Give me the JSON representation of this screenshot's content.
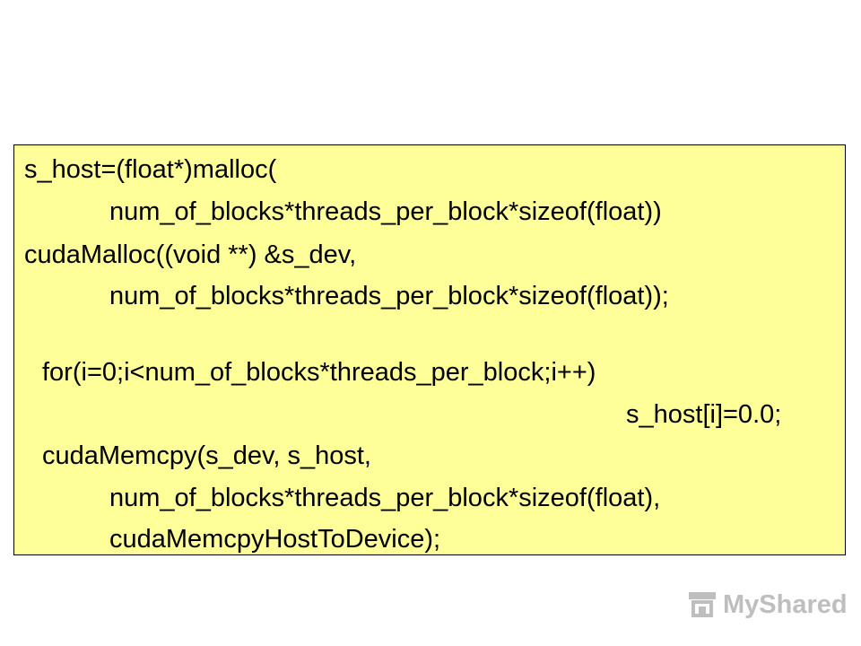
{
  "code_block": {
    "lines": [
      "s_host=(float*)malloc(",
      "num_of_blocks*threads_per_block*sizeof(float))",
      "cudaMalloc((void **) &s_dev,",
      "num_of_blocks*threads_per_block*sizeof(float));",
      "for(i=0;i<num_of_blocks*threads_per_block;i++)",
      "s_host[i]=0.0;",
      "cudaMemcpy(s_dev, s_host,",
      "num_of_blocks*threads_per_block*sizeof(float),",
      "cudaMemcpyHostToDevice);"
    ],
    "background_color": "#ffff99"
  },
  "watermark": {
    "text": "MyShared",
    "icon": "mortarboard-icon"
  }
}
